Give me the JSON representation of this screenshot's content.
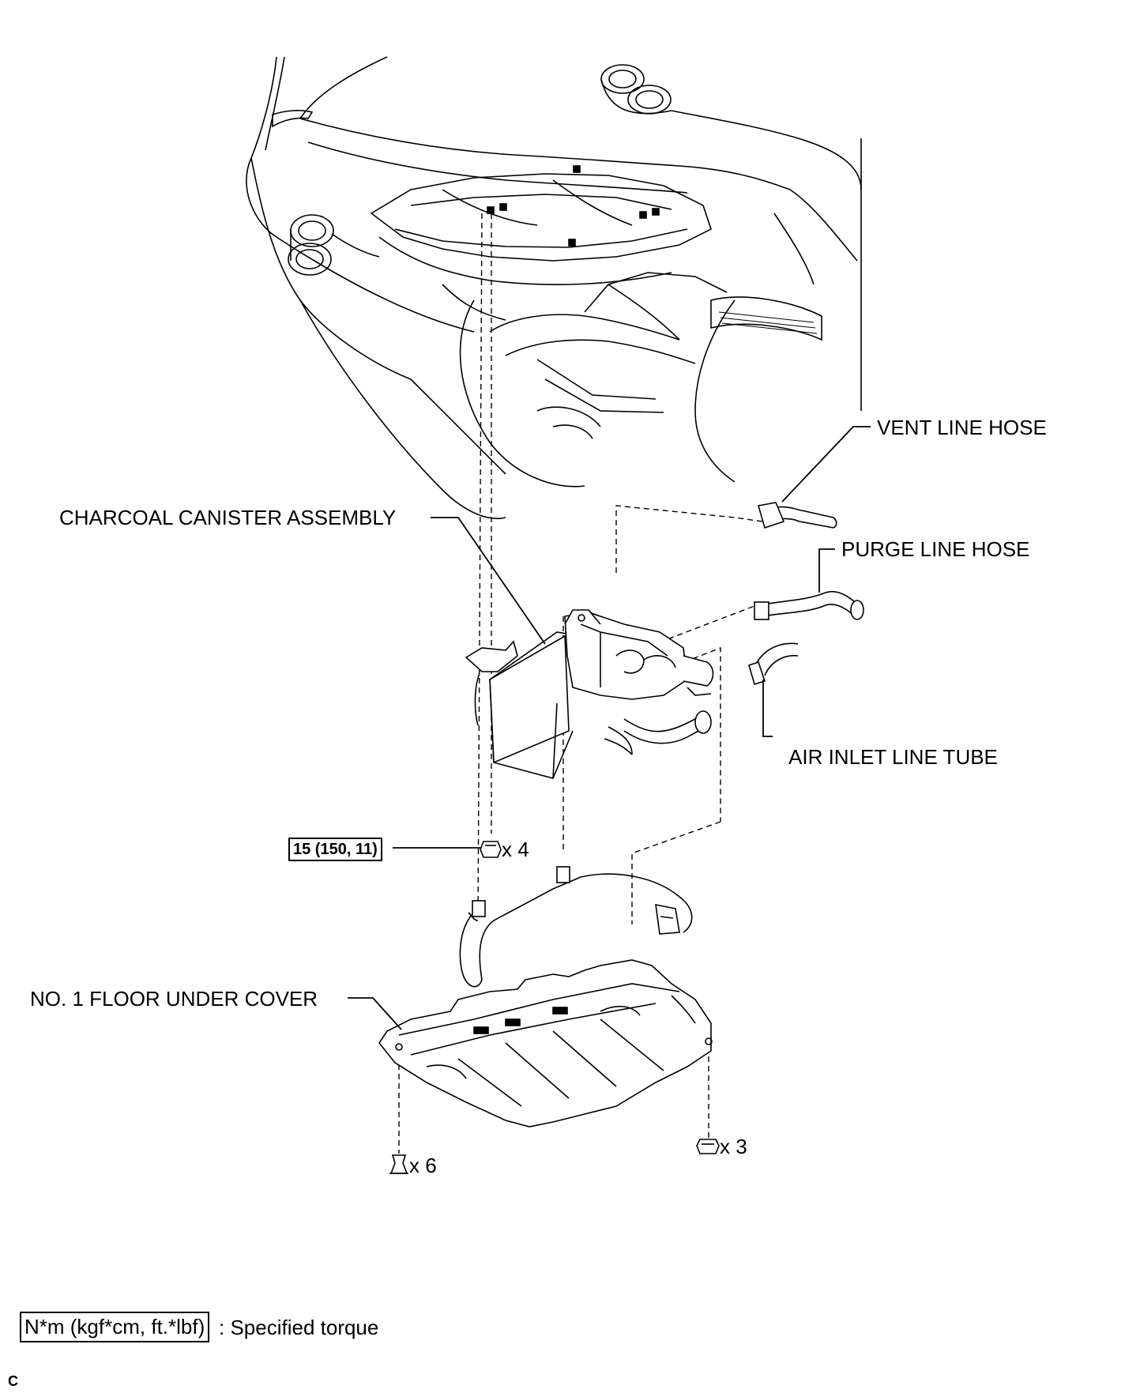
{
  "labels": {
    "vent_line_hose": "VENT LINE HOSE",
    "purge_line_hose": "PURGE LINE HOSE",
    "charcoal_canister_assembly": "CHARCOAL CANISTER ASSEMBLY",
    "air_inlet_line_tube": "AIR INLET LINE TUBE",
    "no1_floor_under_cover": "NO. 1 FLOOR UNDER COVER"
  },
  "fasteners": {
    "nut_canister_qty": "x 4",
    "clip_cover_qty": "x 6",
    "nut_cover_qty": "x 3"
  },
  "torque": {
    "canister_nut_spec": "15 (150, 11)"
  },
  "legend": {
    "unit_box": "N*m (kgf*cm, ft.*lbf)",
    "description": ": Specified torque"
  },
  "corner_mark": "C"
}
